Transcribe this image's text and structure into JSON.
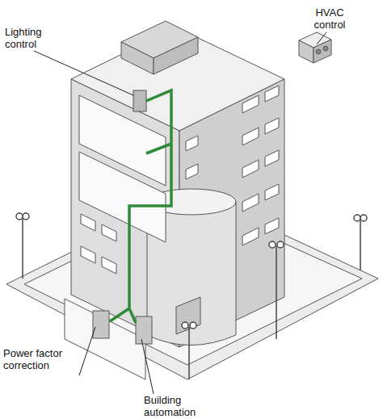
{
  "diagram": {
    "labels": [
      "Lighting control",
      "HVAC control",
      "Power factor correction",
      "Building automation"
    ]
  }
}
